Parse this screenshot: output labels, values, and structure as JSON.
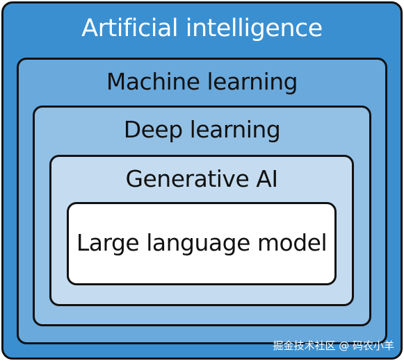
{
  "diagram": {
    "layers": [
      {
        "id": "ai",
        "label": "Artificial intelligence",
        "fill": "#3a8fd0"
      },
      {
        "id": "ml",
        "label": "Machine learning",
        "fill": "#6aa9dc"
      },
      {
        "id": "dl",
        "label": "Deep learning",
        "fill": "#93c0e5"
      },
      {
        "id": "gen",
        "label": "Generative AI",
        "fill": "#c5dcf0"
      },
      {
        "id": "llm",
        "label": "Large language model",
        "fill": "#ffffff"
      }
    ]
  },
  "watermark": "掘金技术社区 @ 码农小羊",
  "colors": {
    "border": "#111111",
    "outer_text": "#ffffff",
    "inner_text": "#111111"
  }
}
